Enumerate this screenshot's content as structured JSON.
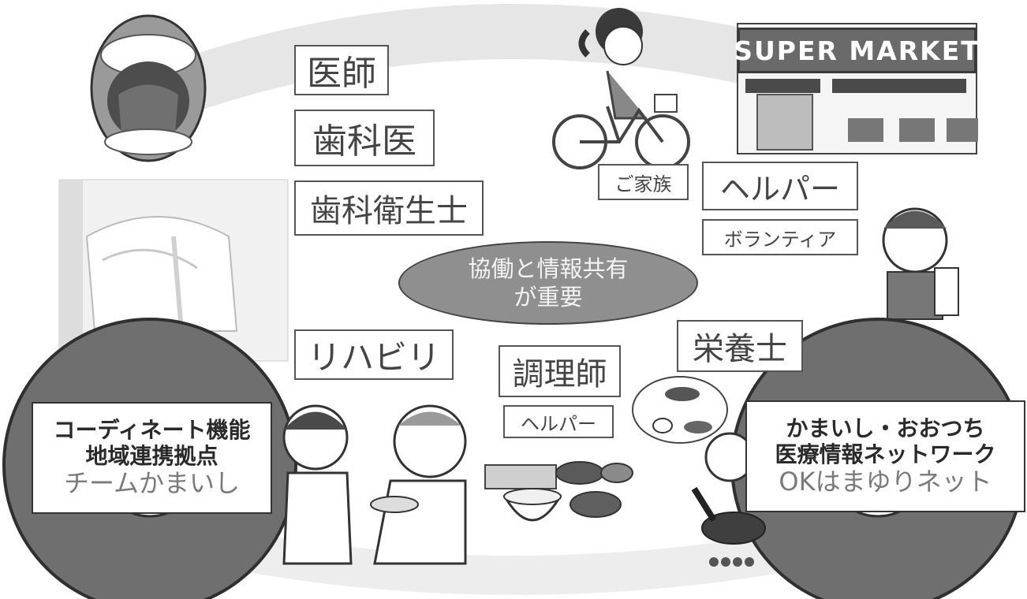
{
  "roles": {
    "doctor": "医師",
    "dentist": "歯科医",
    "dental_hygienist": "歯科衛生士",
    "rehab": "リハビリ",
    "cook": "調理師",
    "helper_small": "ヘルパー",
    "family": "ご家族",
    "helper": "ヘルパー",
    "volunteer": "ボランティア",
    "dietitian": "栄養士"
  },
  "center": {
    "line1": "協働と情報共有",
    "line2": "が重要"
  },
  "store_sign": "SUPER MARKET",
  "left_hub": {
    "line1": "コーディネート機能",
    "line2": "地域連携拠点",
    "line3": "チームかまいし"
  },
  "right_hub": {
    "line1": "かまいし・おおつち",
    "line2": "医療情報ネットワーク",
    "line3": "OKはまゆりネット"
  },
  "colors": {
    "ring": "#6f6f6f",
    "ring_edge": "#2f2f2f",
    "ellipse": "#8f8f8f",
    "arc": "#e3e3e3"
  }
}
